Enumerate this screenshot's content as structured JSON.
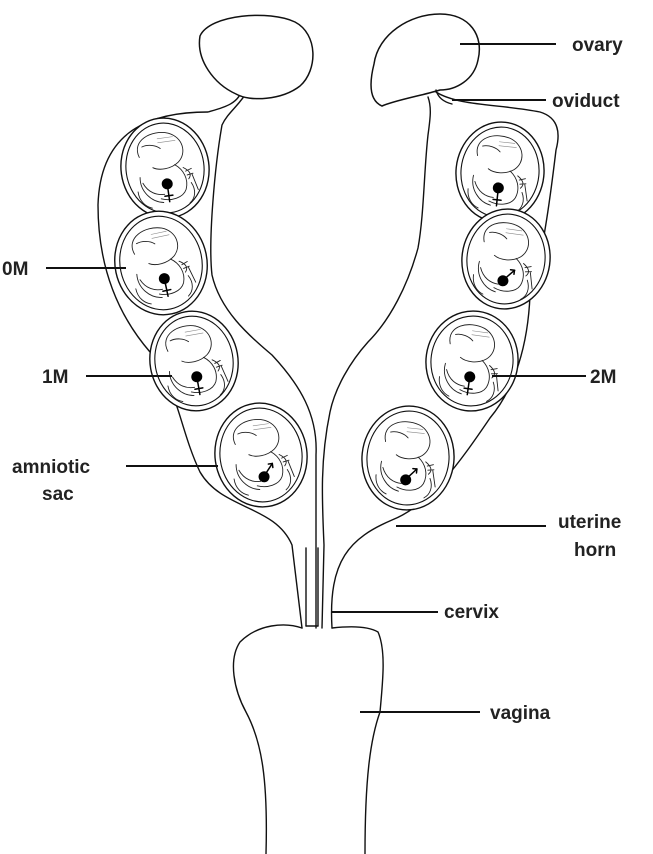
{
  "labels": {
    "ovary": "ovary",
    "oviduct": "oviduct",
    "zero_m": "0M",
    "one_m": "1M",
    "two_m": "2M",
    "amniotic_sac_line1": "amniotic",
    "amniotic_sac_line2": "sac",
    "uterine_horn_line1": "uterine",
    "uterine_horn_line2": "horn",
    "cervix": "cervix",
    "vagina": "vagina"
  },
  "fetuses": {
    "left_horn": [
      "female",
      "female",
      "female",
      "male"
    ],
    "right_horn": [
      "female",
      "male",
      "female",
      "male"
    ]
  },
  "colors": {
    "ink": "#111111",
    "label": "#222222",
    "background": "#ffffff"
  }
}
